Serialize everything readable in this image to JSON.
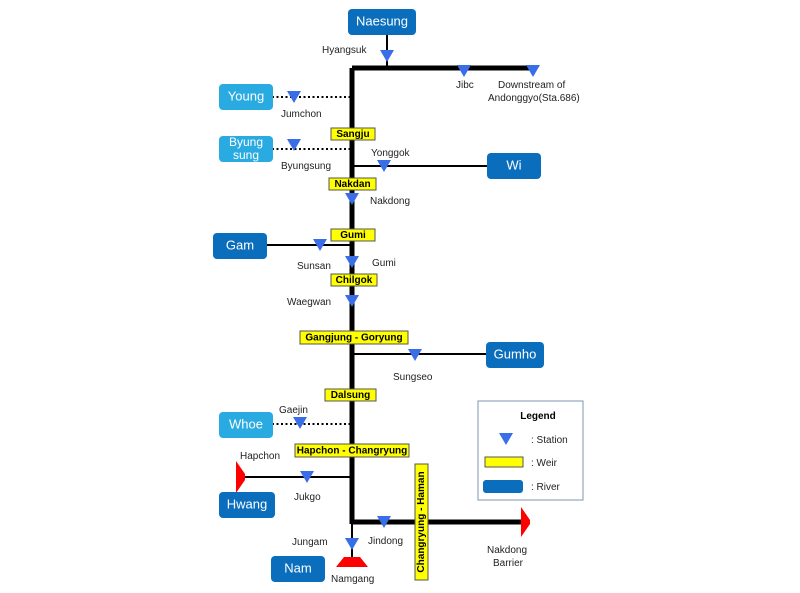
{
  "rivers": {
    "naesung": "Naesung",
    "young": "Young",
    "byungsung_line1": "Byung",
    "byungsung_line2": "sung",
    "wi": "Wi",
    "gam": "Gam",
    "gumho": "Gumho",
    "whoe": "Whoe",
    "hwang": "Hwang",
    "nam": "Nam"
  },
  "weirs": {
    "sangju": "Sangju",
    "nakdan": "Nakdan",
    "gumi": "Gumi",
    "chilgok": "Chilgok",
    "gangjung": "Gangjung - Goryung",
    "dalsung": "Dalsung",
    "hapchon": "Hapchon - Changryung",
    "changryung": "Changryung - Haman"
  },
  "stations": {
    "hyangsuk": "Hyangsuk",
    "jibc": "Jibc",
    "downstream_line1": "Downstream  of",
    "downstream_line2": "Andonggyo(Sta.686)",
    "jumchon": "Jumchon",
    "byungsung": "Byungsung",
    "yonggok": "Yonggok",
    "nakdong": "Nakdong",
    "sunsan": "Sunsan",
    "gumi": "Gumi",
    "waegwan": "Waegwan",
    "sungseo": "Sungseo",
    "gaejin": "Gaejin",
    "hapchon": "Hapchon",
    "jukgo": "Jukgo",
    "jungam": "Jungam",
    "jindong": "Jindong",
    "namgang": "Namgang",
    "barrier_line1": "Nakdong",
    "barrier_line2": "Barrier"
  },
  "legend": {
    "title": "Legend",
    "station": ":  Station",
    "weir": ":  Weir",
    "river": ":  River"
  },
  "colors": {
    "river_dark": "#0a6ebd",
    "river_light": "#29abe2",
    "weir": "#ffff00",
    "station": "#3a6ee8",
    "barrier": "#ff0000"
  }
}
